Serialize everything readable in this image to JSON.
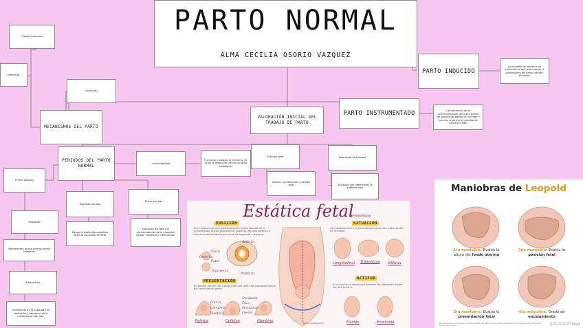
{
  "colors": {
    "background": "#f7c6f1",
    "box_border": "#8a8a8a",
    "line": "#6f6f6f",
    "estatica_title": "#8e1f54",
    "leopold_accent": "#e8941a"
  },
  "mindmap": {
    "title": "PARTO NORMAL",
    "author": "ALMA CECILIA OSORIO VAZQUEZ",
    "parto_inducido": "PARTO INDUCIDO",
    "parto_inducido_desc": "La decisión de realizar una inducción se encuentra en de la indicaciones del parto (decidir, finalizar)",
    "parto_instrumentado": "PARTO INSTRUMENTADO",
    "parto_instrumentado_desc": "La realización de la instrumentación del parto puede ser porque los padres lo solicitan o por una urgencia de pérdida de bienestar fetal",
    "valoracion": "VALORACIÓN INICIAL DEL TRABAJO DE PARTO",
    "mecanismos": "MECANISMOS DEL PARTO",
    "periodos": "PERIODOS DEL PARTO NORMAL",
    "flexion": "Flexión profunda",
    "descenso": "Descenso",
    "expulsion": "Expulsión",
    "primer_periodo": "Primer periodo",
    "dilatacion": "Dilatación",
    "borramiento": "Borramiento de las contracciones regulares",
    "fase_activa": "Fase activa",
    "incremento": "Incremento en la velocidad de dilatación y descenso de la presentación del feto.",
    "segundo_periodo": "Segundo periodo",
    "segundo_desc": "Desde la dilatación completa hasta la expulsión del feto.",
    "tercer_periodo": "Tercer periodo",
    "tercer_desc": "Expulsión del feto y el alumbramiento de la placenta, cordón umbilical y membranas.",
    "cuarto_periodo": "Cuarto periodo",
    "cuarto_desc": "Puerperio y exigencia del parto. Es la sin la resolución de los cambios fisiológicos",
    "estatica_fetal": "Estática fetal",
    "actitud_box": "Actitud, presentación, posición fetal",
    "maniobras": "Maniobras de Leopold",
    "maniobras_desc": "Acciones que determinan la estática fetal"
  },
  "estatica_poster": {
    "title": "Estática fetal",
    "handle": "@medsidegrap",
    "posicion_title": "POSICIÓN",
    "posicion_desc": "Es la relación de una porción anteriormente situada de la presentación (punto toconómico) respecto del lado derecho o izquierdo del conducto del parto. Es izquierda o derecha",
    "pos_labels": [
      "Anterior",
      "Sacro",
      "Derecha",
      "Pubis",
      "Transversa",
      "Posterior"
    ],
    "situacion_title": "SITUACIÓN",
    "situacion_desc": "Es la relación entre el eje longitudinal del feto respecto del de la madre.",
    "sit_labels": [
      "Longitudinal",
      "Transversa",
      "Oblicua"
    ],
    "presentacion_title": "PRESENTACIÓN",
    "presentacion_desc": "Es aquella porción del cuerpo fetal que está más avanzada dentro del conducto del parto.",
    "pres_labels": [
      "Franca",
      "Completa",
      "Podálica",
      "Occipucio",
      "Cara",
      "Sincipucio",
      "Frente"
    ],
    "pres_bottom": [
      "Pélvica",
      "Cefálica",
      "Hombros"
    ],
    "actitud_title": "ACTITUD",
    "actitud_desc": "Es la postura o hábito que guardan las diferentes partes del feto entre sí.",
    "act_labels": [
      "Flexión",
      "Extensión"
    ],
    "credit": "@medsidegrap/ig"
  },
  "leopold_poster": {
    "title_a": "Maniobras de ",
    "title_b": "Leopold",
    "cap1_a": "1ra maniobra:",
    "cap1_b": " Evalúa la altura del ",
    "cap1_c": "fondo uterino",
    "cap2_a": "2da maniobra:",
    "cap2_b": " Evalúa la ",
    "cap2_c": "posición fetal",
    "cap3_a": "3ra maniobra:",
    "cap3_b": " Evalúa la ",
    "cap3_c": "presentación fetal",
    "cap4_a": "4ta maniobra:",
    "cap4_b": " Grado de ",
    "cap4_c": "encajamiento",
    "footnote": "Las maniobras de Leopold se utilizan desde las 28 semanas. Deben realizarse con vejiga vacía y paciente en decúbito supino.",
    "brand": "SPOTLIGHTMed"
  }
}
